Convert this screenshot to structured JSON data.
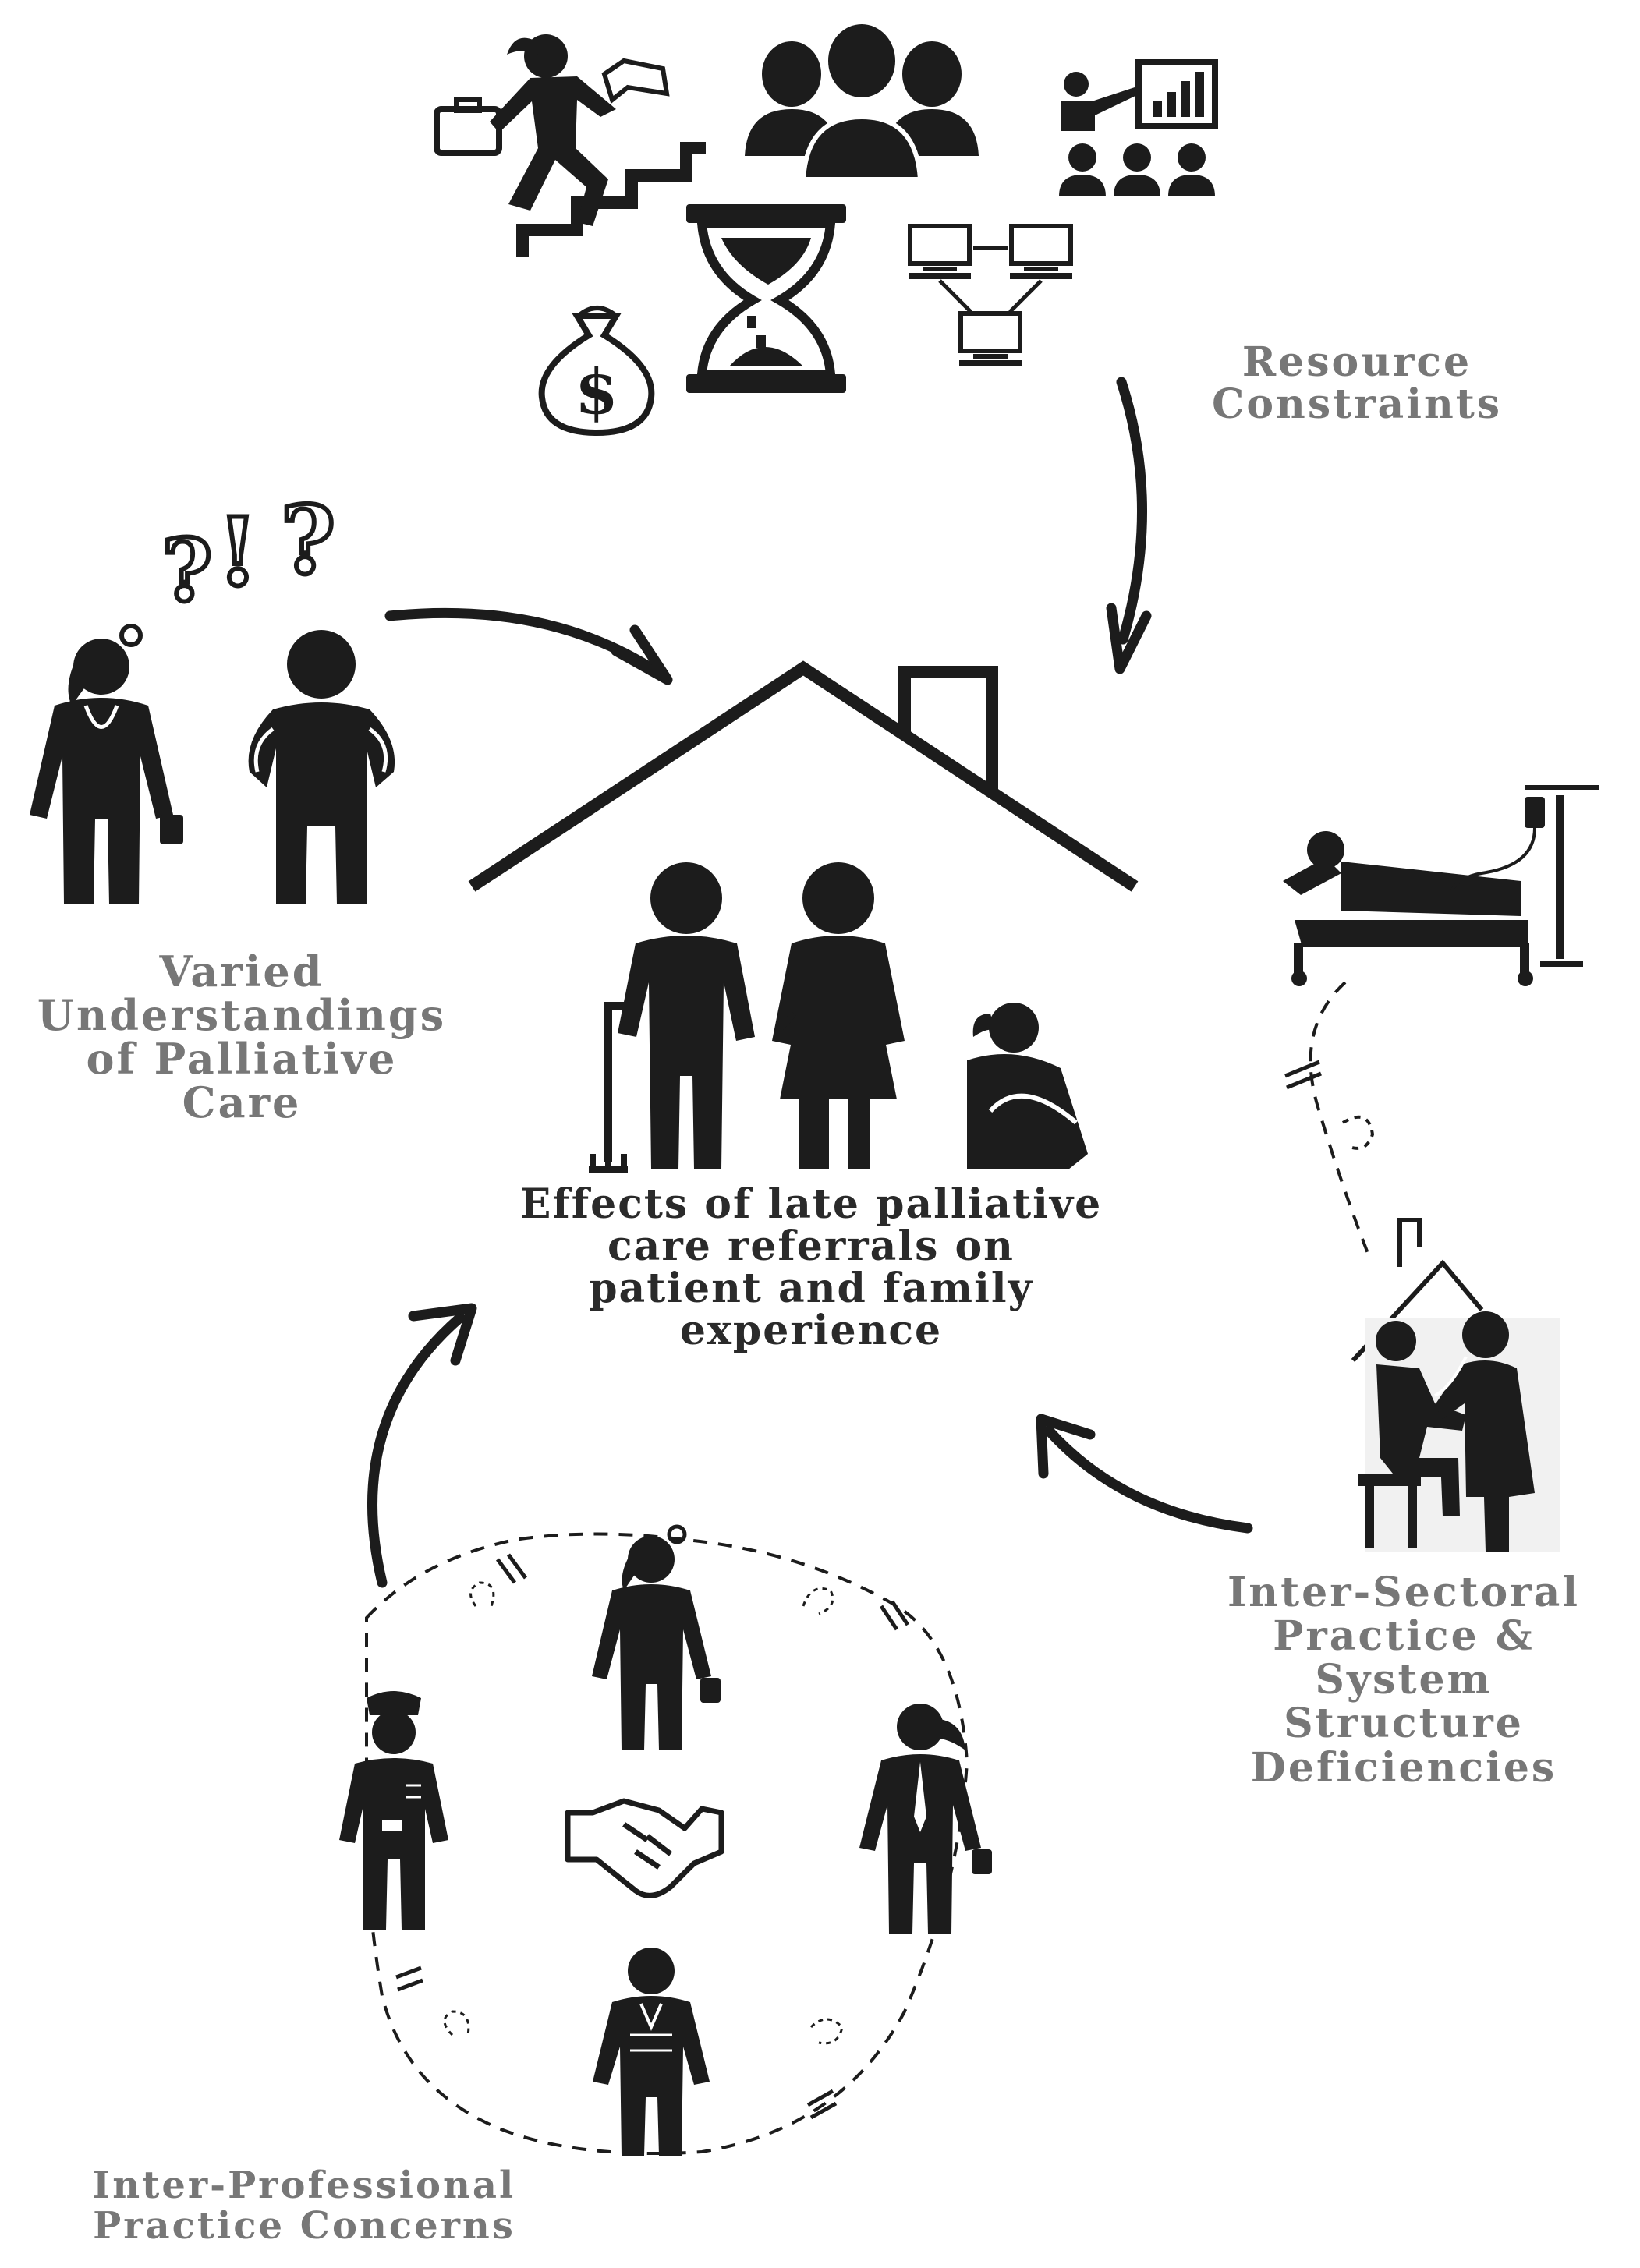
{
  "labels": {
    "resource_constraints": [
      "Resource",
      "Constraints"
    ],
    "varied_understandings": [
      "Varied",
      "Understandings",
      "of Palliative",
      "Care"
    ],
    "center": [
      "Effects of late palliative",
      "care referrals on",
      "patient and family",
      "experience"
    ],
    "inter_sectoral": [
      "Inter-Sectoral",
      "Practice &",
      "System",
      "Structure",
      "Deficiencies"
    ],
    "inter_professional": [
      "Inter-Professional",
      "Practice Concerns"
    ]
  },
  "glyphs": {
    "question": "?",
    "exclaim": "!",
    "dollar": "$"
  },
  "colors": {
    "icon": "#1c1c1c",
    "label_grey": "#777777",
    "center_text": "#2a2a2a",
    "background": "#ffffff"
  }
}
